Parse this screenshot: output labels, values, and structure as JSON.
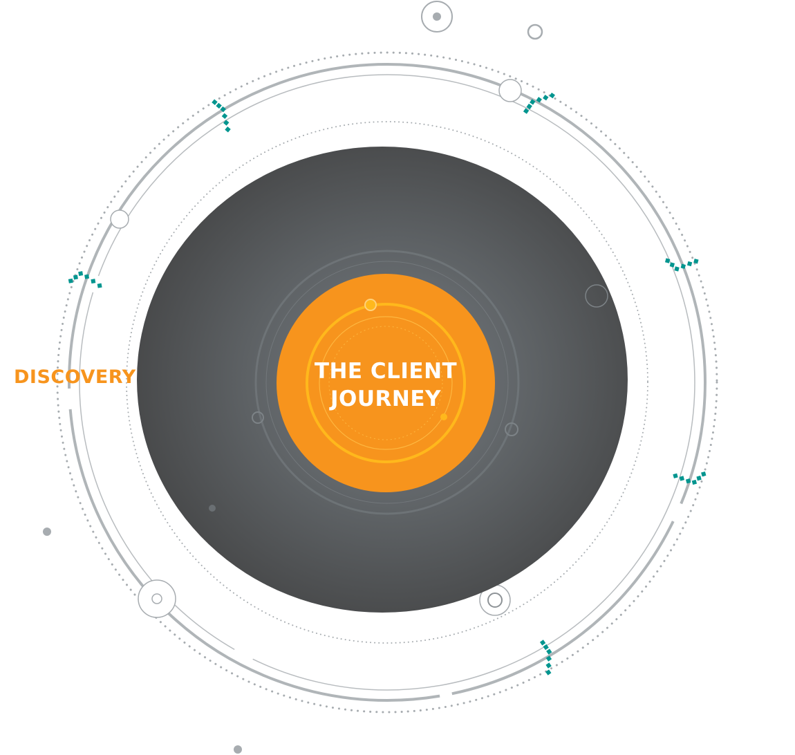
{
  "diagram": {
    "center": {
      "title_line1": "THE CLIENT",
      "title_line2": "JOURNEY"
    },
    "stages": [
      {
        "label": "DISCOVERY"
      }
    ]
  },
  "colors": {
    "accent_orange": "#f7941d",
    "center_inner_ring": "#ffb81c",
    "teal_marker": "#00958f",
    "ring_gray": "#b0b5b8",
    "dot_gray": "#a7acb0",
    "disc_light": "#6f7579",
    "disc_dark": "#4a4b4c",
    "center_text": "#ffffff"
  }
}
